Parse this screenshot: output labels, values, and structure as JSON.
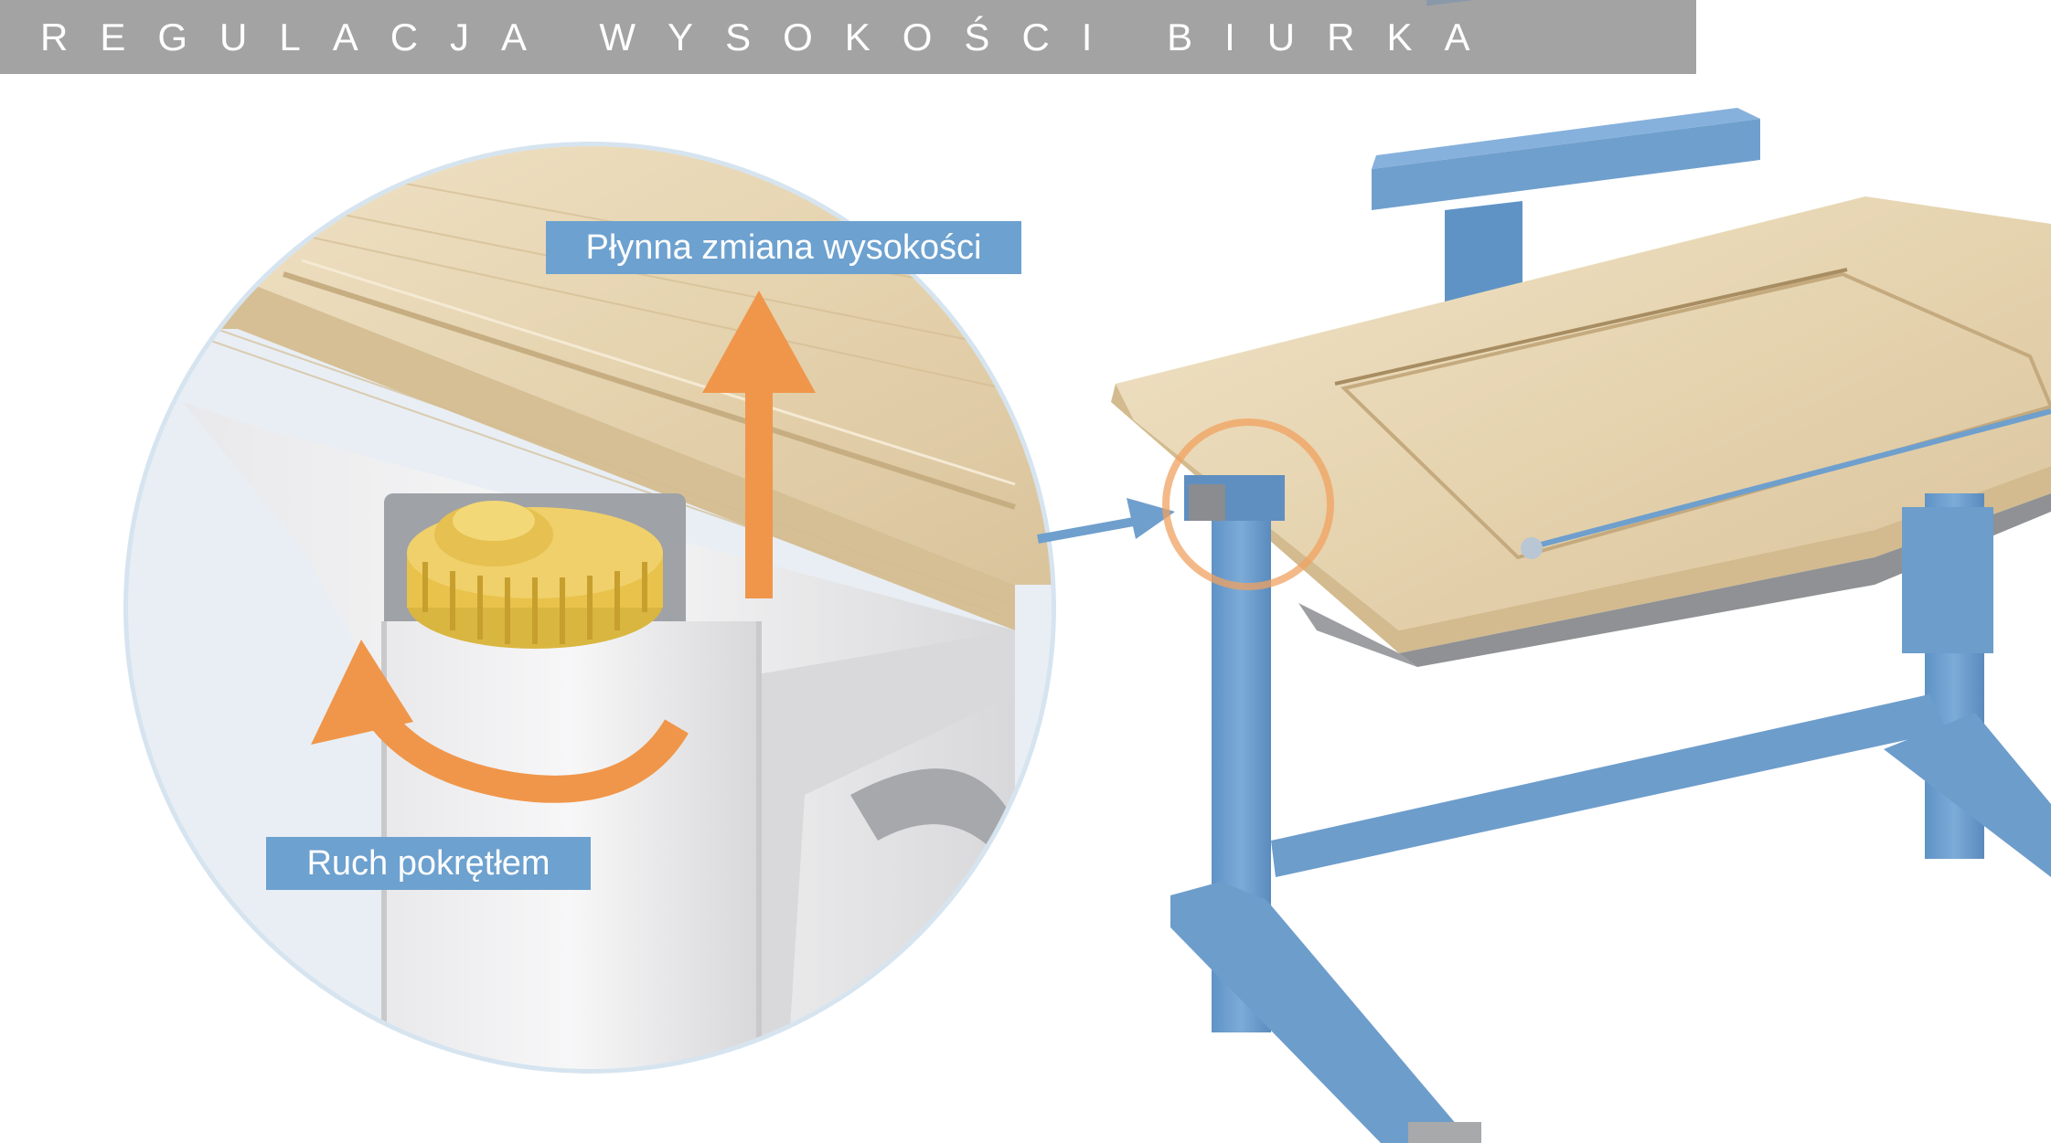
{
  "header": {
    "title": "REGULACJA WYSOKOŚCI BIURKA"
  },
  "labels": {
    "height_change": "Płynna zmiana wysokości",
    "knob_motion": "Ruch pokrętłem"
  },
  "colors": {
    "title_bar": "#a4a3a3",
    "label_bg": "#6da1cf",
    "arrow_orange": "#f0964a",
    "desk_blue": "#6f9fcd",
    "wood": "#e8d8b8",
    "zoom_circle": "#d6e4f0"
  },
  "icons": {
    "up_arrow": "arrow-up-icon",
    "rotate_arrow": "rotate-arrow-icon",
    "pointer_arrow": "pointer-arrow-icon"
  }
}
